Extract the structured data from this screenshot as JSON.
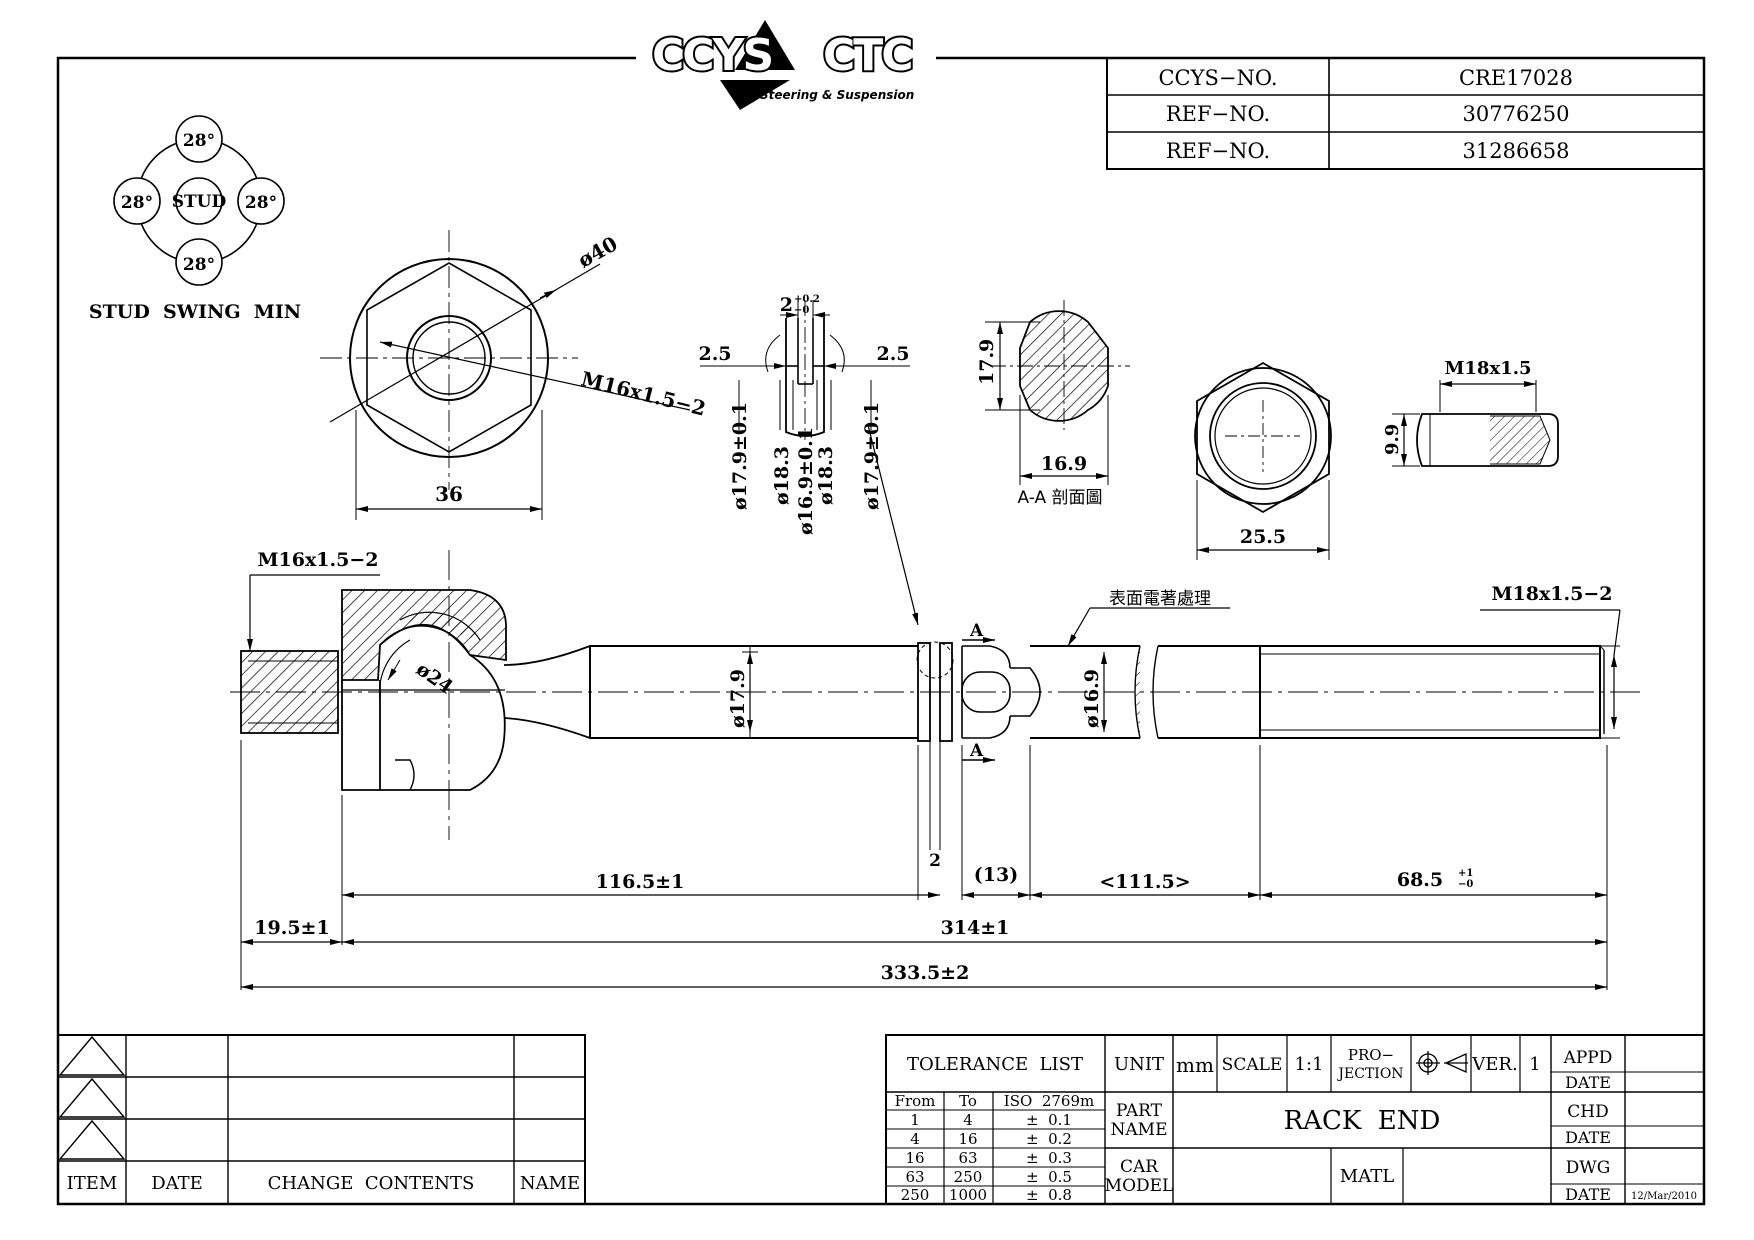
{
  "logo": {
    "brand_left": "CCYS",
    "brand_right": "CTC",
    "tagline": "Steering & Suspension"
  },
  "ref_table": {
    "rows": [
      {
        "label": "CCYS−NO.",
        "value": "CRE17028"
      },
      {
        "label": "REF−NO.",
        "value": "30776250"
      },
      {
        "label": "REF−NO.",
        "value": "31286658"
      }
    ]
  },
  "stud_swing": {
    "center": "STUD",
    "angles": [
      "28°",
      "28°",
      "28°",
      "28°"
    ],
    "caption": "STUD  SWING  MIN"
  },
  "dims": {
    "d40": "ø40",
    "m16_nut": "M16x1.5−2",
    "width36": "36",
    "slot": "2",
    "slot_tol": "+0.2",
    "slot_tol2": "−0",
    "gap_left": "2.5",
    "gap_right": "2.5",
    "d179a": "ø17.9±0.1",
    "d183a": "ø18.3",
    "d169": "ø16.9±0.1",
    "d183b": "ø18.3",
    "d179b": "ø17.9±0.1",
    "sec_h": "17.9",
    "sec_w": "16.9",
    "sec_caption": "A-A 剖面圖",
    "nut_w": "25.5",
    "jam_thread": "M18x1.5",
    "jam_h": "9.9",
    "m16_main": "M16x1.5−2",
    "m18_main": "M18x1.5−2",
    "surface_note": "表面電著處理",
    "d24": "ø24",
    "d179_main": "ø17.9",
    "d169_main": "ø16.9",
    "sec_a": "A",
    "d116": "116.5±1",
    "d2": "2",
    "d13": "(13)",
    "d111": "<111.5>",
    "d68": "68.5",
    "d68_tol1": "+1",
    "d68_tol2": "−0",
    "d19": "19.5±1",
    "d314": "314±1",
    "d333": "333.5±2"
  },
  "revision_table": {
    "headers": [
      "ITEM",
      "DATE",
      "CHANGE  CONTENTS",
      "NAME"
    ]
  },
  "title_block": {
    "tolerance_title": "TOLERANCE  LIST",
    "tol_headers": [
      "From",
      "To",
      "ISO  2769m"
    ],
    "tol_rows": [
      [
        "1",
        "4",
        "±  0.1"
      ],
      [
        "4",
        "16",
        "±  0.2"
      ],
      [
        "16",
        "63",
        "±  0.3"
      ],
      [
        "63",
        "250",
        "±  0.5"
      ],
      [
        "250",
        "1000",
        "±  0.8"
      ]
    ],
    "unit_label": "UNIT",
    "unit_value": "mm",
    "scale_label": "SCALE",
    "scale_value": "1:1",
    "projection_label_1": "PRO−",
    "projection_label_2": "JECTION",
    "ver_label": "VER.",
    "ver_value": "1",
    "appd": "APPD",
    "chd": "CHD",
    "dwg": "DWG",
    "date": "DATE",
    "date_value": "12/Mar/2010",
    "part_name_label_1": "PART",
    "part_name_label_2": "NAME",
    "part_name_value": "RACK  END",
    "car_model_label_1": "CAR",
    "car_model_label_2": "MODEL",
    "matl_label": "MATL"
  }
}
